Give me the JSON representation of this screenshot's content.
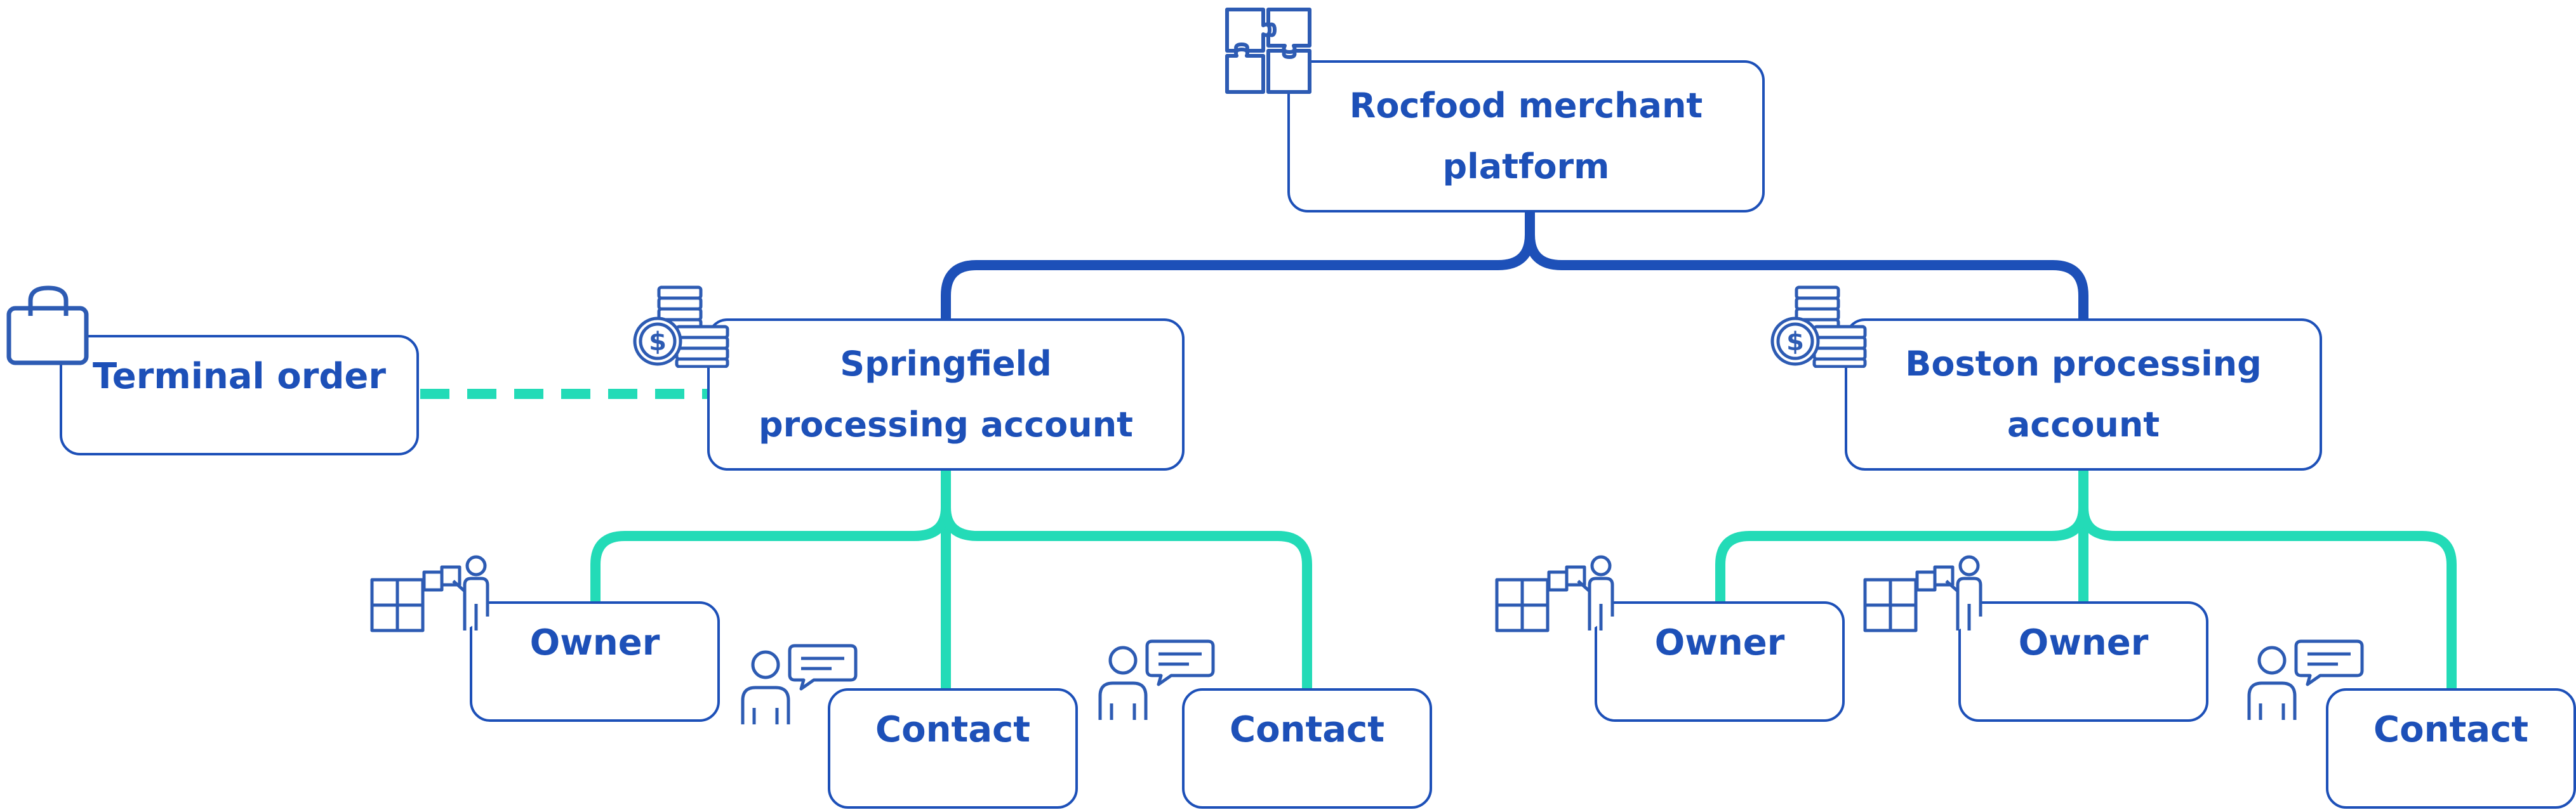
{
  "colors": {
    "primary": "#1d50b8",
    "accent": "#23dbb7",
    "icon": "#2d5bb3"
  },
  "nodes": {
    "platform": {
      "label": "Rocfood merchant platform",
      "icon": "puzzle-icon"
    },
    "springfield": {
      "label": "Springfield processing account",
      "icon": "payment-coins-icon"
    },
    "boston": {
      "label": "Boston processing account",
      "icon": "payment-coins-icon"
    },
    "terminal": {
      "label": "Terminal order",
      "icon": "shopping-bag-icon"
    },
    "spr_owner": {
      "label": "Owner",
      "icon": "owner-puzzle-person-icon"
    },
    "spr_contact_1": {
      "label": "Contact",
      "icon": "contact-chat-person-icon"
    },
    "spr_contact_2": {
      "label": "Contact",
      "icon": "contact-chat-person-icon"
    },
    "bos_owner_1": {
      "label": "Owner",
      "icon": "owner-puzzle-person-icon"
    },
    "bos_owner_2": {
      "label": "Owner",
      "icon": "owner-puzzle-person-icon"
    },
    "bos_contact": {
      "label": "Contact",
      "icon": "contact-chat-person-icon"
    }
  }
}
